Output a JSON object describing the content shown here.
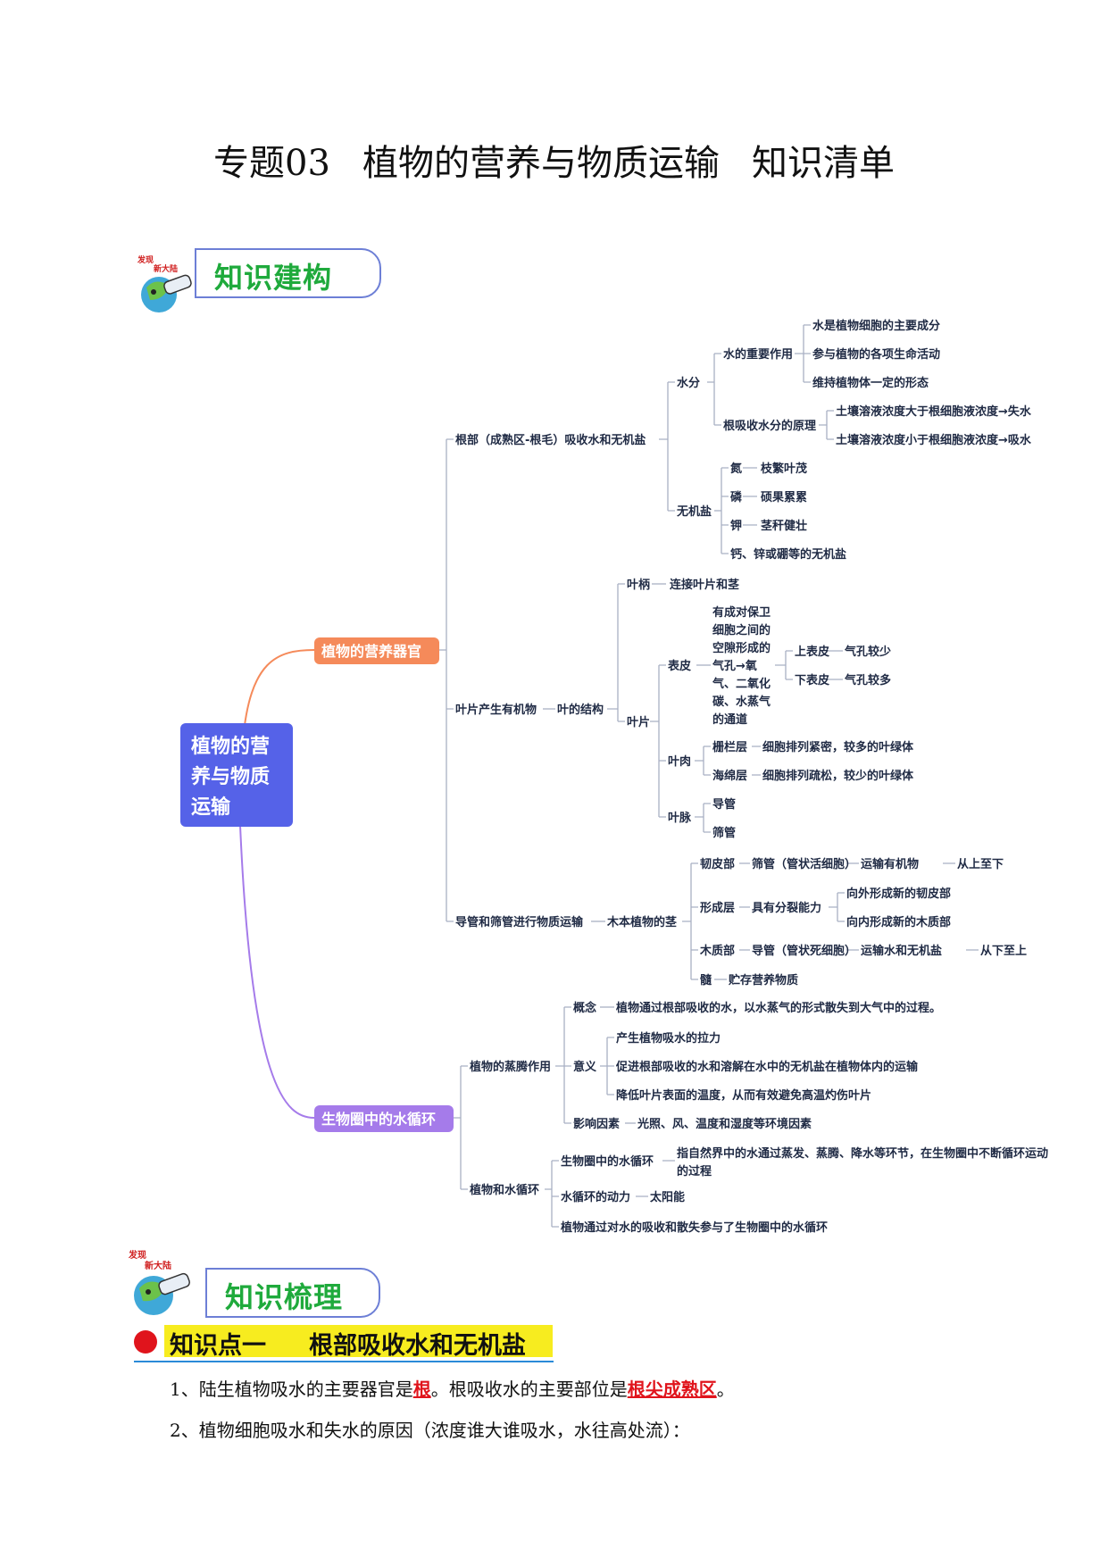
{
  "title": {
    "topic": "专题03",
    "subject": "植物的营养与物质运输",
    "suffix": "知识清单"
  },
  "section1": {
    "label": "知识建构"
  },
  "section2": {
    "label": "知识梳理"
  },
  "colors": {
    "root": "#5562e8",
    "branch_orange": "#f58a5a",
    "branch_purple": "#a57bea",
    "line": "#a9b0c4",
    "accent_green": "#1faa3c",
    "highlight": "#f7ec1f",
    "red": "#e0141c"
  },
  "mindmap": {
    "root": "植物的营养与物质运输",
    "root_lines": [
      "植物的营",
      "养与物质",
      "运输"
    ],
    "branch1": "植物的营养器官",
    "branch2": "生物圈中的水循环",
    "n_root_absorb": "根部（成熟区-根毛）吸收水和无机盐",
    "n_water": "水分",
    "n_water_role": "水的重要作用",
    "n_w1": "水是植物细胞的主要成分",
    "n_w2": "参与植物的各项生命活动",
    "n_w3": "维持植物体一定的形态",
    "n_principle": "根吸收水分的原理",
    "n_p1": "土壤溶液浓度大于根细胞液浓度→失水",
    "n_p2": "土壤溶液浓度小于根细胞液浓度→吸水",
    "n_mineral": "无机盐",
    "n_n": "氮",
    "n_n_eff": "枝繁叶茂",
    "n_p": "磷",
    "n_p_eff": "硕果累累",
    "n_k": "钾",
    "n_k_eff": "茎秆健壮",
    "n_other": "钙、锌或硼等的无机盐",
    "n_leaf_org": "叶片产生有机物",
    "n_leaf_struct": "叶的结构",
    "n_petiole": "叶柄",
    "n_petiole_d": "连接叶片和茎",
    "n_blade": "叶片",
    "n_epidermis": "表皮",
    "n_stoma_lines": [
      "有成对保卫",
      "细胞之间的",
      "空隙形成的",
      "气孔→氧",
      "气、二氧化",
      "碳、水蒸气",
      "的通道"
    ],
    "n_upper": "上表皮",
    "n_upper_d": "气孔较少",
    "n_lower": "下表皮",
    "n_lower_d": "气孔较多",
    "n_mesophyll": "叶肉",
    "n_palisade": "栅栏层",
    "n_palisade_d": "细胞排列紧密，较多的叶绿体",
    "n_spongy": "海绵层",
    "n_spongy_d": "细胞排列疏松，较少的叶绿体",
    "n_vein": "叶脉",
    "n_vessel": "导管",
    "n_sieve": "筛管",
    "n_transport": "导管和筛管进行物质运输",
    "n_woody": "木本植物的茎",
    "n_bark": "韧皮部",
    "n_bark_1": "筛管（管状活细胞）",
    "n_bark_2": "运输有机物",
    "n_bark_3": "从上至下",
    "n_cambium": "形成层",
    "n_cambium_1": "具有分裂能力",
    "n_cambium_2": "向外形成新的韧皮部",
    "n_cambium_3": "向内形成新的木质部",
    "n_xylem": "木质部",
    "n_xylem_1": "导管（管状死细胞）",
    "n_xylem_2": "运输水和无机盐",
    "n_xylem_3": "从下至上",
    "n_pith": "髓",
    "n_pith_1": "贮存营养物质",
    "n_transp": "植物的蒸腾作用",
    "n_concept": "概念",
    "n_concept_d": "植物通过根部吸收的水，以水蒸气的形式散失到大气中的过程。",
    "n_meaning": "意义",
    "n_m1": "产生植物吸水的拉力",
    "n_m2": "促进根部吸收的水和溶解在水中的无机盐在植物体内的运输",
    "n_m3": "降低叶片表面的温度，从而有效避免高温灼伤叶片",
    "n_factor": "影响因素",
    "n_factor_d": "光照、风、温度和湿度等环境因素",
    "n_cycle": "植物和水循环",
    "n_bio_cycle": "生物圈中的水循环",
    "n_bio_cycle_lines": [
      "指自然界中的水通过蒸发、蒸腾、降水等环节，在生物圈中不断循环运动",
      "的过程"
    ],
    "n_power": "水循环的动力",
    "n_power_d": "太阳能",
    "n_plant_part": "植物通过对水的吸收和散失参与了生物圈中的水循环"
  },
  "knowledge_point": {
    "label": "知识点一",
    "topic": "根部吸收水和无机盐"
  },
  "para1": {
    "prefix": "1、陆生植物吸水的主要器官是",
    "key1": "根",
    "mid": "。根吸收水的主要部位是",
    "key2": "根尖成熟区",
    "suffix": "。"
  },
  "para2": {
    "text": "2、植物细胞吸水和失水的原因（浓度谁大谁吸水，水往高处流）："
  }
}
